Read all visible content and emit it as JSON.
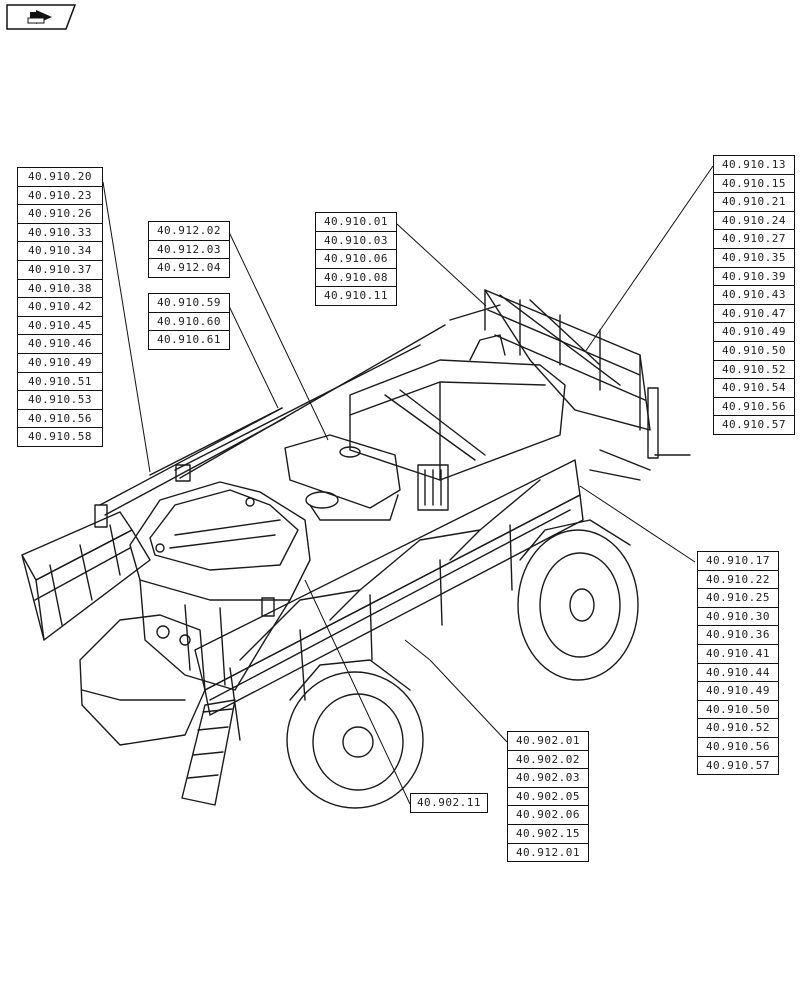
{
  "nav": {
    "icon": "arrow-page-icon"
  },
  "tables": [
    {
      "id": "left",
      "rows": [
        "40.910.20",
        "40.910.23",
        "40.910.26",
        "40.910.33",
        "40.910.34",
        "40.910.37",
        "40.910.38",
        "40.910.42",
        "40.910.45",
        "40.910.46",
        "40.910.49",
        "40.910.51",
        "40.910.53",
        "40.910.56",
        "40.910.58"
      ]
    },
    {
      "id": "mid-a",
      "rows": [
        "40.912.02",
        "40.912.03",
        "40.912.04"
      ]
    },
    {
      "id": "mid-b",
      "rows": [
        "40.910.59",
        "40.910.60",
        "40.910.61"
      ]
    },
    {
      "id": "top-center",
      "rows": [
        "40.910.01",
        "40.910.03",
        "40.910.06",
        "40.910.08",
        "40.910.11"
      ]
    },
    {
      "id": "right",
      "rows": [
        "40.910.13",
        "40.910.15",
        "40.910.21",
        "40.910.24",
        "40.910.27",
        "40.910.35",
        "40.910.39",
        "40.910.43",
        "40.910.47",
        "40.910.49",
        "40.910.50",
        "40.910.52",
        "40.910.54",
        "40.910.56",
        "40.910.57"
      ]
    },
    {
      "id": "right-lower",
      "rows": [
        "40.910.17",
        "40.910.22",
        "40.910.25",
        "40.910.30",
        "40.910.36",
        "40.910.41",
        "40.910.44",
        "40.910.49",
        "40.910.50",
        "40.910.52",
        "40.910.56",
        "40.910.57"
      ]
    },
    {
      "id": "bottom",
      "rows": [
        "40.902.01",
        "40.902.02",
        "40.902.03",
        "40.902.05",
        "40.902.06",
        "40.902.15",
        "40.912.01"
      ]
    },
    {
      "id": "single",
      "rows": [
        "40.902.11"
      ]
    }
  ]
}
